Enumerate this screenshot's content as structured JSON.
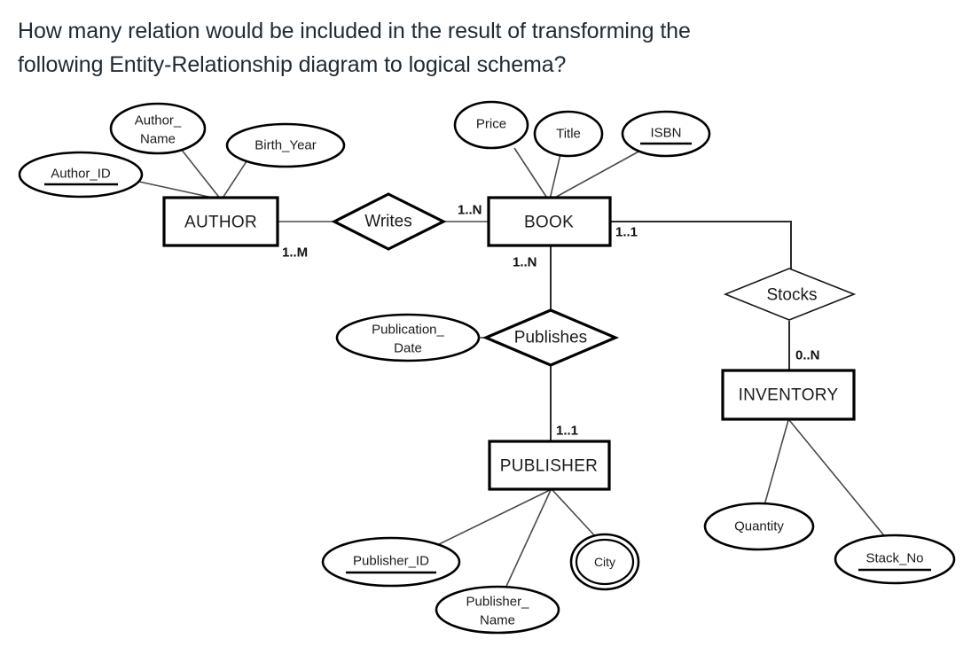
{
  "question": {
    "line1": "How many relation would be included in the result of transforming the",
    "line2": "following Entity-Relationship diagram to logical schema?"
  },
  "diagram": {
    "title": "Entity-Relationship diagram",
    "entities": [
      {
        "id": "author",
        "label": "AUTHOR"
      },
      {
        "id": "book",
        "label": "BOOK"
      },
      {
        "id": "publisher",
        "label": "PUBLISHER"
      },
      {
        "id": "inventory",
        "label": "INVENTORY"
      }
    ],
    "relationships": [
      {
        "id": "writes",
        "label": "Writes"
      },
      {
        "id": "publishes",
        "label": "Publishes"
      },
      {
        "id": "stocks",
        "label": "Stocks"
      }
    ],
    "attributes": [
      {
        "id": "author-id",
        "label": "Author_ID",
        "owner": "AUTHOR",
        "key": true,
        "multivalued": false
      },
      {
        "id": "author-name",
        "label_line1": "Author_",
        "label_line2": "Name",
        "owner": "AUTHOR",
        "key": false,
        "multivalued": false
      },
      {
        "id": "birth-year",
        "label": "Birth_Year",
        "owner": "AUTHOR",
        "key": false,
        "multivalued": false
      },
      {
        "id": "price",
        "label": "Price",
        "owner": "BOOK",
        "key": false,
        "multivalued": false
      },
      {
        "id": "title",
        "label": "Title",
        "owner": "BOOK",
        "key": false,
        "multivalued": false
      },
      {
        "id": "isbn",
        "label": "ISBN",
        "owner": "BOOK",
        "key": true,
        "multivalued": false
      },
      {
        "id": "publication-date",
        "label_line1": "Publication_",
        "label_line2": "Date",
        "owner": "Publishes",
        "key": false,
        "multivalued": false
      },
      {
        "id": "publisher-id",
        "label": "Publisher_ID",
        "owner": "PUBLISHER",
        "key": true,
        "multivalued": false
      },
      {
        "id": "publisher-name",
        "label_line1": "Publisher_",
        "label_line2": "Name",
        "owner": "PUBLISHER",
        "key": false,
        "multivalued": false
      },
      {
        "id": "city",
        "label": "City",
        "owner": "PUBLISHER",
        "key": false,
        "multivalued": true
      },
      {
        "id": "quantity",
        "label": "Quantity",
        "owner": "INVENTORY",
        "key": false,
        "multivalued": false
      },
      {
        "id": "stack-no",
        "label": "Stack_No",
        "owner": "INVENTORY",
        "key": true,
        "multivalued": false
      }
    ],
    "cardinalities": [
      {
        "id": "author-writes",
        "label": "1..M",
        "between": "AUTHOR-Writes"
      },
      {
        "id": "writes-book",
        "label": "1..N",
        "between": "Writes-BOOK"
      },
      {
        "id": "book-stocks",
        "label": "1..1",
        "between": "BOOK-Stocks"
      },
      {
        "id": "book-publishes",
        "label": "1..N",
        "between": "BOOK-Publishes"
      },
      {
        "id": "publishes-publisher",
        "label": "1..1",
        "between": "Publishes-PUBLISHER"
      },
      {
        "id": "stocks-inventory",
        "label": "0..N",
        "between": "Stocks-INVENTORY"
      }
    ],
    "colors": {
      "background": "#ffffff",
      "stroke": "#000000",
      "connector": "#4a4a4a",
      "text": "#1b1b1b",
      "question_text": "#1f2a33"
    }
  }
}
